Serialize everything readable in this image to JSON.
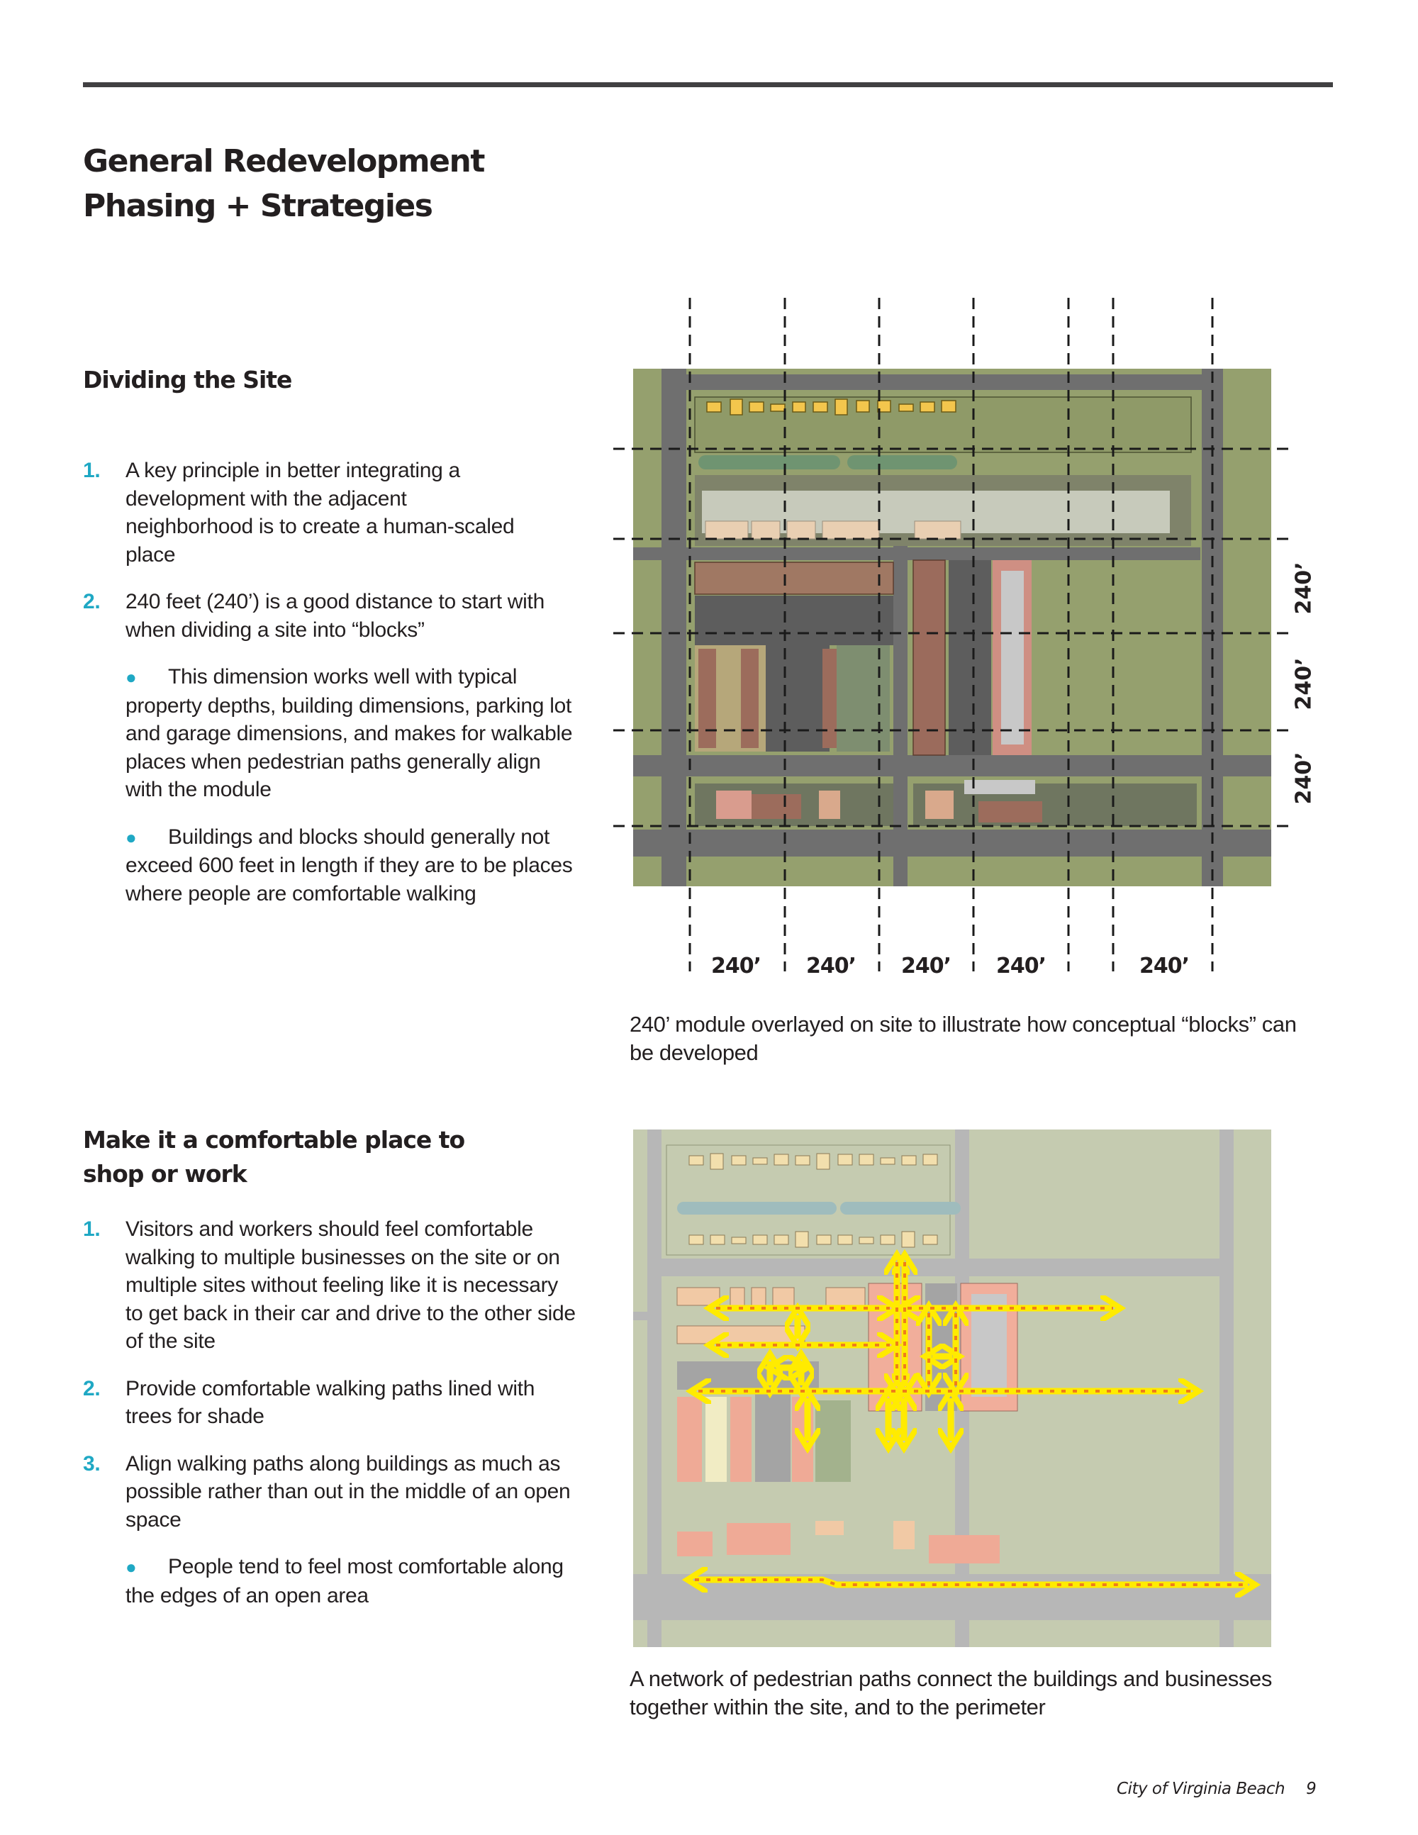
{
  "page": {
    "title_lines": [
      "General Redevelopment",
      "Phasing + Strategies"
    ],
    "accent_color": "#1fa8c4",
    "footer": {
      "publisher": "City of Virginia Beach",
      "page_number": "9"
    }
  },
  "section1": {
    "heading": "Dividing the Site",
    "items": [
      {
        "num": "1.",
        "text": "A key principle in better integrating a development with the adjacent neighborhood is to create a human-scaled place"
      },
      {
        "num": "2.",
        "text": "240 feet (240’) is a good distance to start with when dividing a site into “blocks”"
      }
    ],
    "bullets": [
      "This dimension works well with typical property depths, building dimensions, parking lot and garage dimensions, and makes for walkable places when pedestrian paths generally align with the module",
      "Buildings and blocks should generally not exceed 600 feet in length if they are to be places where people are comfortable walking"
    ],
    "figure": {
      "bottom_labels": [
        "240’",
        "240’",
        "240’",
        "240’",
        "240’"
      ],
      "side_labels": [
        "240’",
        "240’",
        "240’"
      ],
      "caption": "240’ module overlayed on site to illustrate how conceptual “blocks” can be developed"
    }
  },
  "section2": {
    "heading_lines": [
      "Make it a comfortable place to",
      "shop or work"
    ],
    "items": [
      {
        "num": "1.",
        "text": "Visitors and workers should feel comfortable walking to multiple businesses on the site or on multiple sites without feeling like it is necessary to get back in their car and drive to the other side of the site"
      },
      {
        "num": "2.",
        "text": "Provide comfortable walking paths lined with trees for shade"
      },
      {
        "num": "3.",
        "text": "Align walking paths along buildings as much as possible rather than out in the middle of an open space"
      }
    ],
    "bullets": [
      "People tend to feel most comfortable along the edges of an open area"
    ],
    "figure": {
      "caption": "A network of pedestrian paths connect the buildings and businesses together within the site, and to the perimeter"
    }
  }
}
